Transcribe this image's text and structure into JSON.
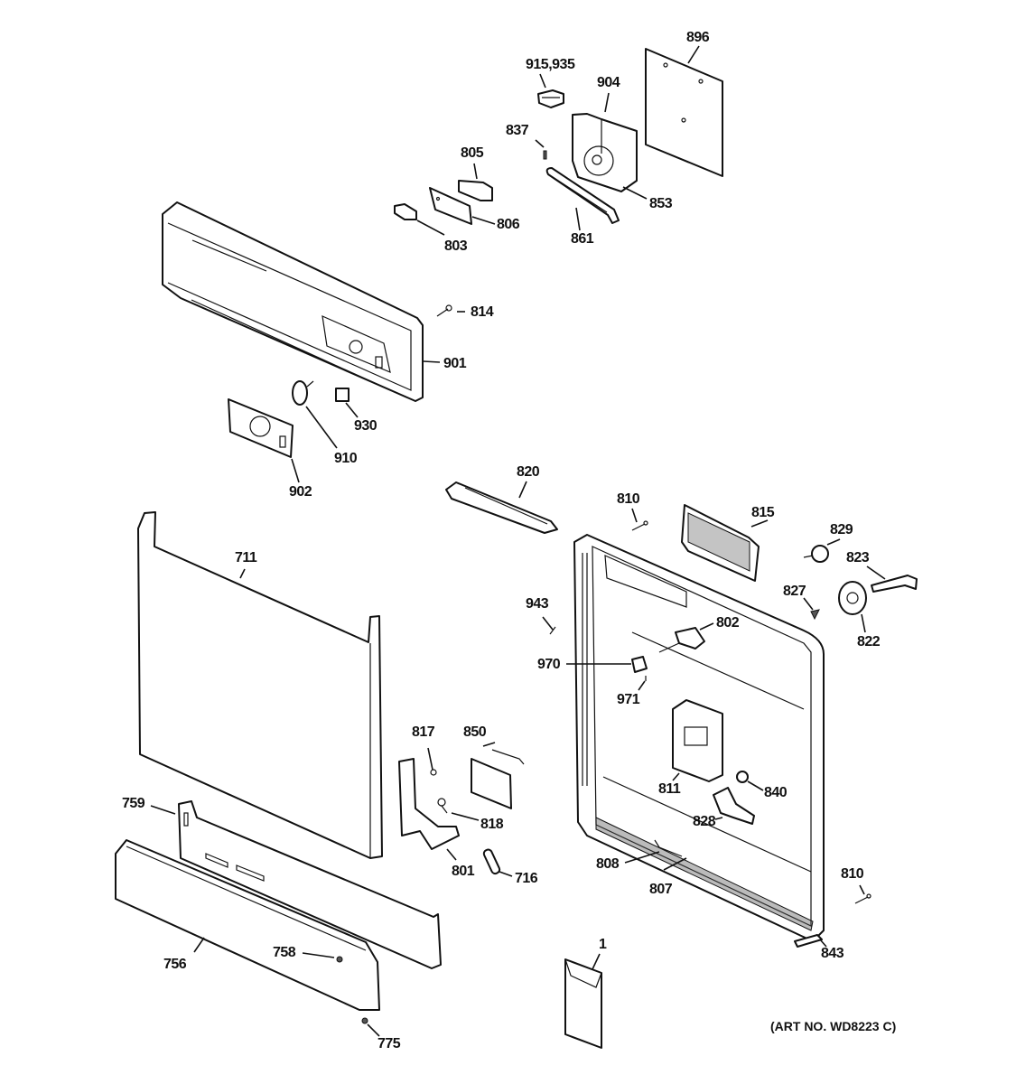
{
  "diagram": {
    "type": "exploded-parts-diagram",
    "subject": "Dishwasher door / control panel assembly",
    "art_number": "(ART NO. WD8223 C)",
    "callouts": {
      "c896": "896",
      "c915_935": "915,935",
      "c904": "904",
      "c837": "837",
      "c853": "853",
      "c861": "861",
      "c805": "805",
      "c806": "806",
      "c803": "803",
      "c814": "814",
      "c901": "901",
      "c910": "910",
      "c930": "930",
      "c902": "902",
      "c820": "820",
      "c810a": "810",
      "c815": "815",
      "c829": "829",
      "c823": "823",
      "c827": "827",
      "c822": "822",
      "c943": "943",
      "c802": "802",
      "c970": "970",
      "c971": "971",
      "c711": "711",
      "c817": "817",
      "c850": "850",
      "c818": "818",
      "c801": "801",
      "c716": "716",
      "c811": "811",
      "c840": "840",
      "c828": "828",
      "c808": "808",
      "c807": "807",
      "c810b": "810",
      "c843": "843",
      "c759": "759",
      "c756": "756",
      "c758": "758",
      "c775": "775",
      "c1": "1"
    }
  }
}
